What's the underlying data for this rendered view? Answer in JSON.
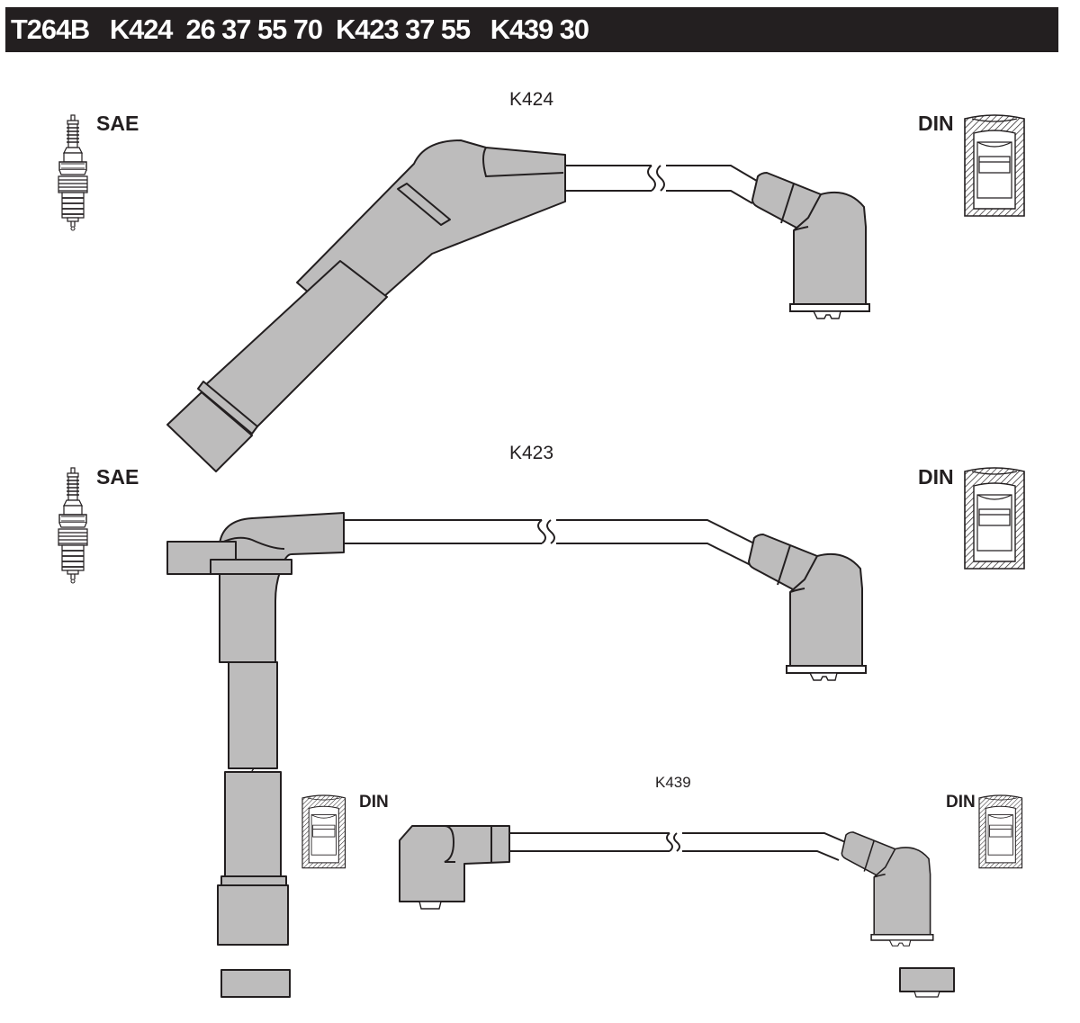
{
  "header": {
    "title": "T264B   K424  26 37 55 70  K423 37 55   K439 30"
  },
  "diagram": {
    "k424": {
      "label": "K424",
      "left_end": "SAE",
      "right_end": "DIN"
    },
    "k423": {
      "label": "K423",
      "left_end": "SAE",
      "right_end": "DIN",
      "bottom_end": "DIN"
    },
    "k439": {
      "label": "K439",
      "right_end": "DIN"
    }
  },
  "colors": {
    "header_bg": "#231f20",
    "header_text": "#ffffff",
    "boot_fill": "#bdbcbc",
    "outline": "#231f20"
  },
  "icons": [
    "spark-plug-icon",
    "din-socket-icon"
  ]
}
